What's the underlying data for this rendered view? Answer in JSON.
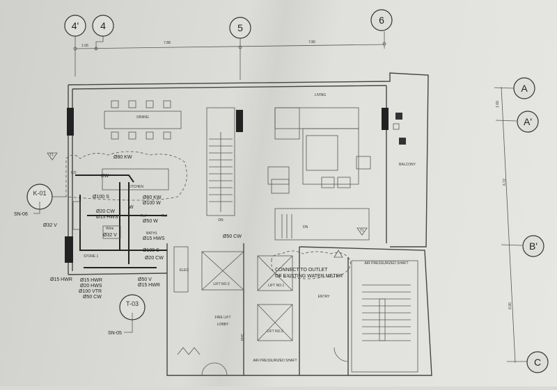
{
  "grid": {
    "columns": [
      "4'",
      "4",
      "5",
      "6"
    ],
    "rows": [
      "A",
      "A'",
      "B'",
      "C"
    ],
    "column_dims": [
      "1.06",
      "7.88",
      "7.80"
    ],
    "row_dims": [
      "1.60",
      "6.72",
      "6.00"
    ]
  },
  "rooms": {
    "dining": "DINING",
    "living": "LIVING",
    "balcony": "BALCONY",
    "kitchen": "KITCHEN",
    "store": "STORE 1",
    "wine": "Wine",
    "bath": "BATH1",
    "elec": "ELEC",
    "lift1": "LIFT NO.3",
    "lift2": "LIFT NO.2",
    "lift3": "LIFT NO.1",
    "lobby1": "FIRE LIFT",
    "lobby2": "LOBBY",
    "entry": "ENTRY",
    "shaft_top": "AIR PRESSURIZED SHAFT",
    "shaft_bottom": "AIR PRESSURIZED SHAFT",
    "dn1": "DN",
    "dn2": "DN",
    "fhc": "FHC",
    "ref1": "Ref",
    "ref2": "Ref",
    "co": "CO"
  },
  "tags": {
    "k01": "K-01",
    "sn06": "SN-06",
    "t03": "T-03",
    "sn05": "SN-05",
    "t1a": "T1",
    "t1b": "T1"
  },
  "pipes": [
    "Ø80 KW",
    "Ø100 S",
    "Ø80 KW",
    "Ø100 W",
    "Ø20 CW",
    "Ø15 HWS",
    "Ø50 W",
    "Ø32 V",
    "Ø32 V",
    "Ø15 HWS",
    "Ø100 S",
    "Ø20 CW",
    "Ø50 CW",
    "Ø15 HWR",
    "Ø15 HWR",
    "Ø20 HWS",
    "Ø100 VTR",
    "Ø50 CW",
    "Ø50 V",
    "Ø15 HWR",
    "KW",
    "W"
  ],
  "note": [
    "CONNECT TO OUTLET",
    "OF EXISTING WATER METER"
  ]
}
